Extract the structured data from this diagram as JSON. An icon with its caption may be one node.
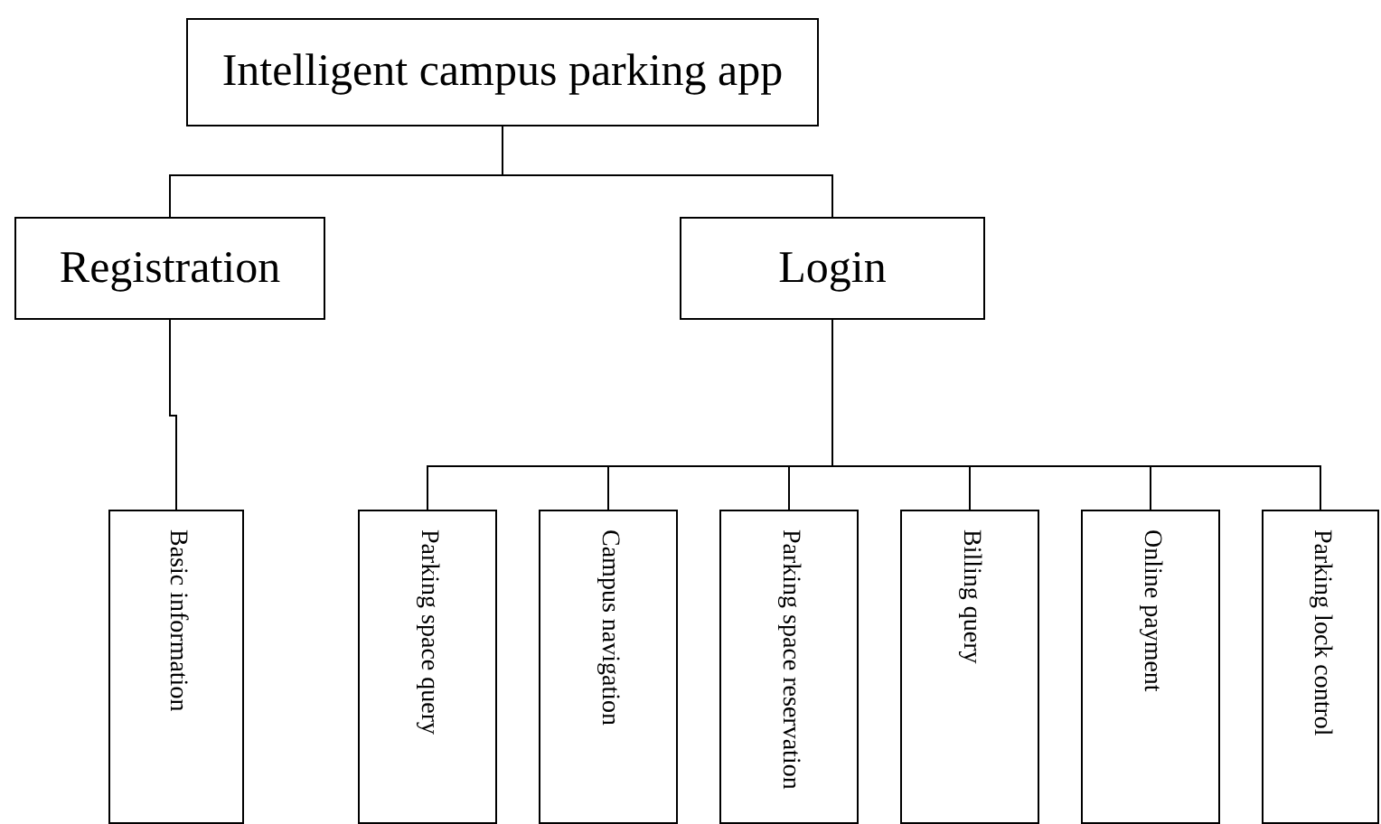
{
  "diagram": {
    "nodes": [
      {
        "text": [
          "Intelligent campus parking app"
        ]
      },
      {
        "text": [
          "Registration"
        ]
      },
      {
        "text": [
          "Login"
        ]
      },
      {
        "text": [
          "Basic information"
        ]
      },
      {
        "text": [
          "Parking space query"
        ]
      },
      {
        "text": [
          "Campus navigation"
        ]
      },
      {
        "text": [
          "Parking space reservation"
        ]
      },
      {
        "text": [
          "Billing query"
        ]
      },
      {
        "text": [
          "Online payment"
        ]
      },
      {
        "text": [
          "Parking lock control"
        ]
      }
    ],
    "edges": [
      {
        "from": 0,
        "to": 1,
        "arrow": "none"
      },
      {
        "from": 0,
        "to": 2,
        "arrow": "none"
      },
      {
        "from": 1,
        "to": 3,
        "arrow": "none"
      },
      {
        "from": 2,
        "to": 4,
        "arrow": "none"
      },
      {
        "from": 2,
        "to": 5,
        "arrow": "none"
      },
      {
        "from": 2,
        "to": 6,
        "arrow": "none"
      },
      {
        "from": 2,
        "to": 7,
        "arrow": "none"
      },
      {
        "from": 2,
        "to": 8,
        "arrow": "none"
      },
      {
        "from": 2,
        "to": 9,
        "arrow": "none"
      }
    ]
  }
}
